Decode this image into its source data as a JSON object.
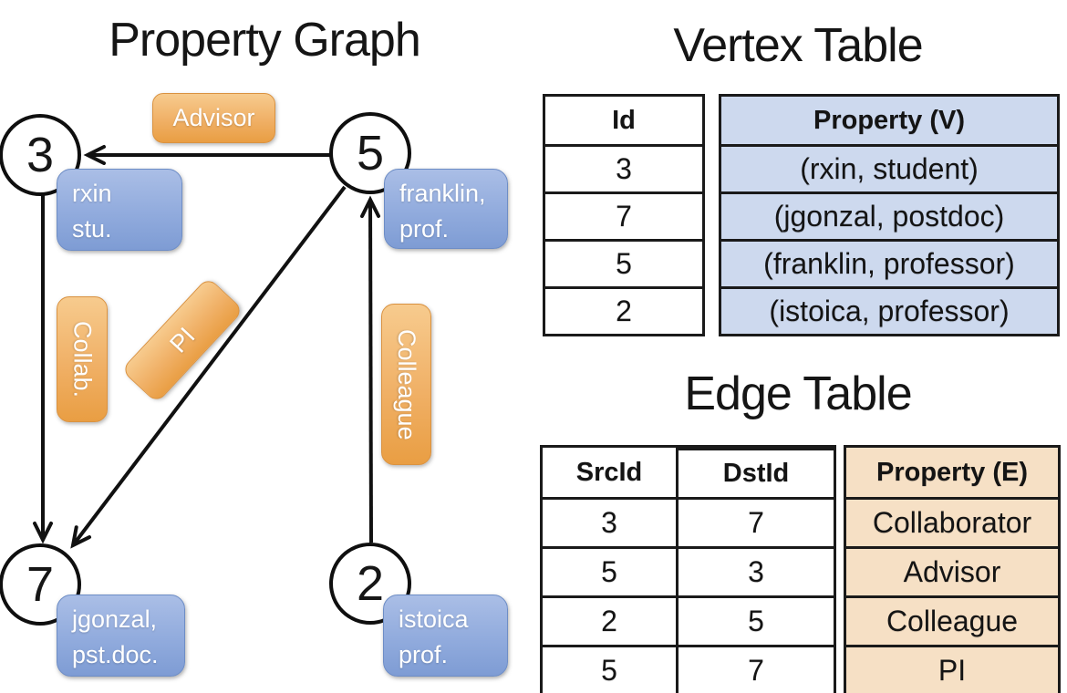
{
  "panel_graph": {
    "title": "Property Graph",
    "nodes": [
      {
        "id": "3",
        "line1": "rxin",
        "line2": "stu."
      },
      {
        "id": "5",
        "line1": "franklin,",
        "line2": "prof."
      },
      {
        "id": "7",
        "line1": "jgonzal,",
        "line2": "pst.doc."
      },
      {
        "id": "2",
        "line1": "istoica",
        "line2": "prof."
      }
    ],
    "edge_labels": {
      "advisor": "Advisor",
      "collab": "Collab.",
      "pi": "PI",
      "colleague": "Colleague"
    }
  },
  "vertex_table": {
    "title": "Vertex Table",
    "col_id": "Id",
    "col_property": "Property (V)",
    "rows": [
      {
        "id": "3",
        "property": "(rxin, student)"
      },
      {
        "id": "7",
        "property": "(jgonzal, postdoc)"
      },
      {
        "id": "5",
        "property": "(franklin, professor)"
      },
      {
        "id": "2",
        "property": "(istoica, professor)"
      }
    ]
  },
  "edge_table": {
    "title": "Edge Table",
    "col_src": "SrcId",
    "col_dst": "DstId",
    "col_property": "Property (E)",
    "rows": [
      {
        "src": "3",
        "dst": "7",
        "property": "Collaborator"
      },
      {
        "src": "5",
        "dst": "3",
        "property": "Advisor"
      },
      {
        "src": "2",
        "dst": "5",
        "property": "Colleague"
      },
      {
        "src": "5",
        "dst": "7",
        "property": "PI"
      }
    ]
  },
  "colors": {
    "node_label_blue_top": "#aabee6",
    "node_label_blue_bottom": "#7e9cd4",
    "node_label_blue_border": "#6d8dc6",
    "edge_label_orange_top": "#f7cb8e",
    "edge_label_orange_bottom": "#e99e43",
    "edge_label_orange_border": "#da9240",
    "vertex_table_fill": "#cdd9ee",
    "edge_table_fill": "#f6e0c5",
    "table_border": "#1a1a1a"
  }
}
